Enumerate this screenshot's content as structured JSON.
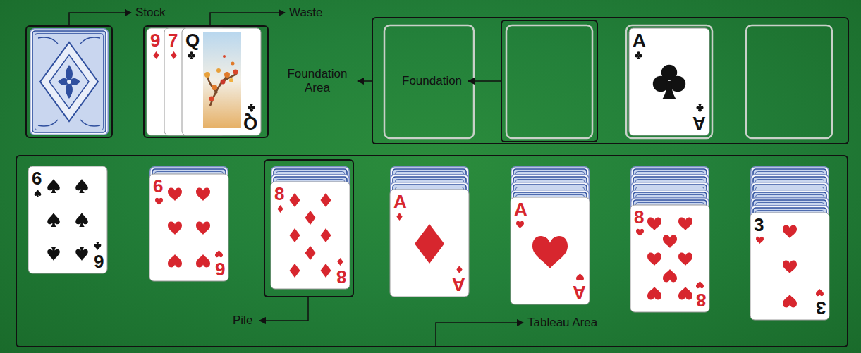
{
  "diagram": {
    "nodes": [
      {
        "text": [
          "Stock"
        ]
      },
      {
        "text": [
          "Waste"
        ]
      },
      {
        "text": [
          "9"
        ],
        "in": 1
      },
      {
        "text": [
          "7"
        ],
        "in": 1
      },
      {
        "text": [
          "Q",
          "Q"
        ],
        "in": 1
      },
      {
        "text": [
          "Foundation Area"
        ]
      },
      {
        "text": [
          "Foundation"
        ],
        "in": 5
      },
      {
        "text": [
          "A",
          "A"
        ],
        "in": 5
      },
      {
        "text": [
          "Tableau Area"
        ]
      },
      {
        "text": [
          "6",
          "6"
        ],
        "in": 8
      },
      {
        "text": [
          "6",
          "6"
        ],
        "in": 8
      },
      {
        "text": [
          "Pile"
        ],
        "in": 8
      },
      {
        "text": [
          "8",
          "8"
        ],
        "in": 11
      },
      {
        "text": [
          "A",
          "A"
        ],
        "in": 8
      },
      {
        "text": [
          "A",
          "A"
        ],
        "in": 8
      },
      {
        "text": [
          "8",
          "8"
        ],
        "in": 8
      },
      {
        "text": [
          "3",
          "3"
        ],
        "in": 8
      }
    ]
  }
}
